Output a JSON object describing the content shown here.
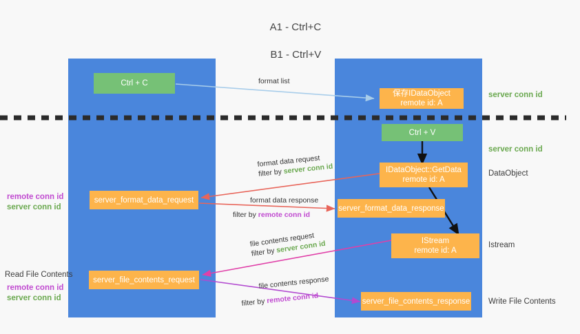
{
  "title": {
    "line1": "A1 - Ctrl+C",
    "line2": "B1 - Ctrl+V"
  },
  "lanes": [
    {
      "id": "a1",
      "name": "A1",
      "role": "remote"
    },
    {
      "id": "b1",
      "name": "B1",
      "role": "connection"
    }
  ],
  "boxes": {
    "ctrl_c": {
      "label": "Ctrl + C"
    },
    "save_idataobject": {
      "line1": "保存IDataObject",
      "line2": "remote id: A"
    },
    "ctrl_v": {
      "label": "Ctrl + V"
    },
    "getdata": {
      "line1": "IDataObject::GetData",
      "line2": "remote id: A"
    },
    "format_data_request": {
      "label": "server_format_data_request"
    },
    "format_data_response": {
      "label": "server_format_data_response"
    },
    "istream": {
      "line1": "IStream",
      "line2": "remote id: A"
    },
    "file_contents_request": {
      "label": "server_file_contents_request"
    },
    "file_contents_response": {
      "label": "server_file_contents_response"
    }
  },
  "right_notes": {
    "server_conn_id_top": "server conn id",
    "server_conn_id_mid": "server conn id",
    "dataobject": "DataObject",
    "istream": "Istream",
    "write_file_contents": "Write File Contents"
  },
  "left_notes": {
    "remote_conn_id_1": "remote conn id",
    "server_conn_id_1": "server conn id",
    "read_file_contents": "Read File Contents",
    "remote_conn_id_2": "remote conn id",
    "server_conn_id_2": "server conn id"
  },
  "edge_labels": {
    "format_list": "format list",
    "format_data_request": "format data request",
    "format_data_request_filter_prefix": "filter by ",
    "format_data_request_filter_value": "server conn id",
    "format_data_response": "format data response",
    "format_data_response_filter_prefix": "filter by ",
    "format_data_response_filter_value": "remote conn id",
    "file_contents_request": "file contents request",
    "file_contents_request_filter_prefix": "filter by ",
    "file_contents_request_filter_value": "server conn id",
    "file_contents_response": "file contents response",
    "file_contents_response_filter_prefix": "filter by ",
    "file_contents_response_filter_value": "remote conn id"
  },
  "colors": {
    "lane": "#4a86dc",
    "green_box": "#76c176",
    "orange_box": "#fdb44b",
    "green_text": "#6aa84f",
    "purple_text": "#c04ad0",
    "light_blue_arrow": "#a8cdea",
    "red_arrow": "#e8655a",
    "magenta_arrow": "#e040a8",
    "purple_arrow": "#b24ad0",
    "black_arrow": "#111111",
    "divider": "#2b2b2b",
    "background": "#f8f8f8"
  }
}
